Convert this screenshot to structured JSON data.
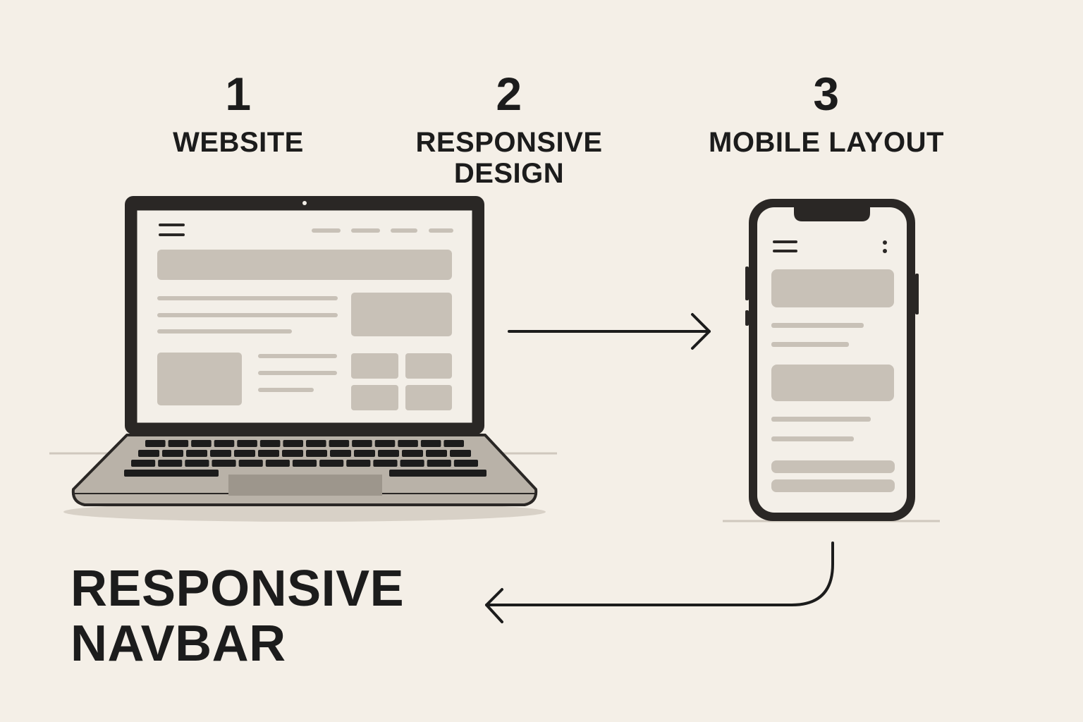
{
  "steps": [
    {
      "number": "1",
      "label": "WEBSITE"
    },
    {
      "number": "2",
      "label": "RESPONSIVE\nDESIGN"
    },
    {
      "number": "3",
      "label": "MOBILE LAYOUT"
    }
  ],
  "title": "RESPONSIVE\nNAVBAR",
  "colors": {
    "background": "#f4efe7",
    "frame": "#2a2725",
    "screen": "#f3efe8",
    "placeholder": "#c8c1b7",
    "laptop_base": "#b9b2a8",
    "text": "#1c1c1c"
  },
  "icons": [
    "laptop-icon",
    "smartphone-icon",
    "hamburger-menu-icon",
    "kebab-menu-icon",
    "arrow-right-icon",
    "arrow-left-return-icon"
  ]
}
